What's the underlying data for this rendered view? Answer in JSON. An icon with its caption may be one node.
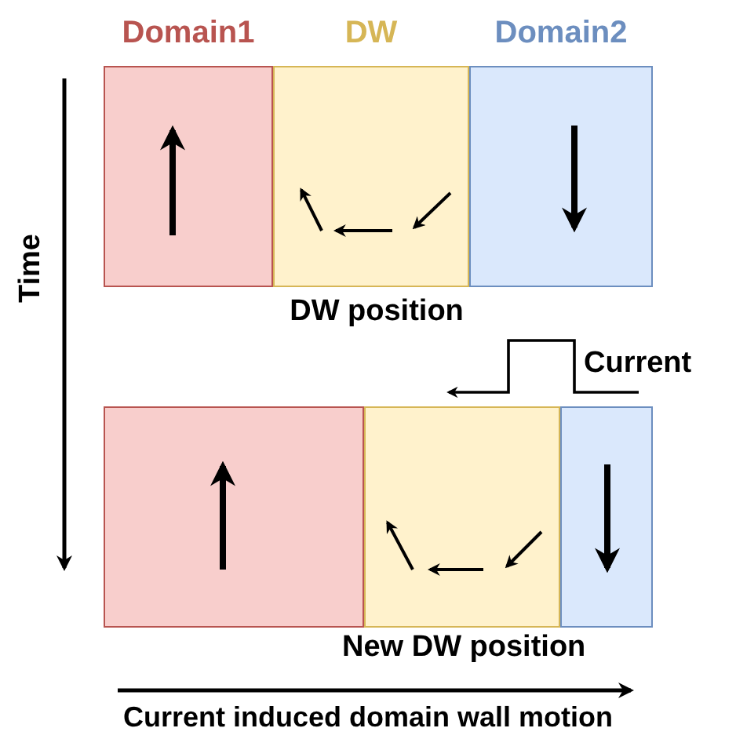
{
  "diagram": {
    "nodes": [
      {
        "text": [
          "Domain1"
        ]
      },
      {
        "text": [
          "DW"
        ]
      },
      {
        "text": [
          "Domain2"
        ]
      },
      {
        "text": [],
        "shape": "box"
      },
      {
        "text": [],
        "shape": "box"
      },
      {
        "text": [],
        "shape": "box"
      }
    ],
    "labels": [
      "Time",
      "DW position",
      "Current",
      "New DW position",
      "Current induced domain wall motion"
    ]
  }
}
